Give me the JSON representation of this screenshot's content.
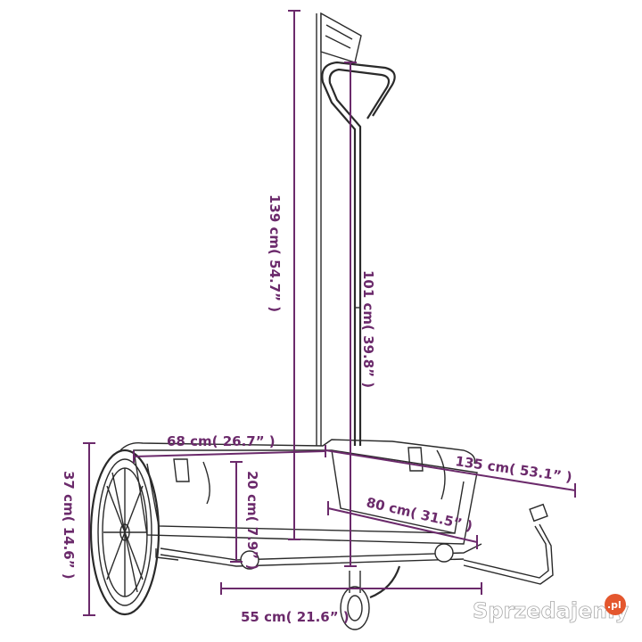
{
  "dimensions": {
    "total_height": "139 cm( 54.7” )",
    "handle_height": "101 cm( 39.8” )",
    "width": "68 cm( 26.7” )",
    "total_length": "135 cm( 53.1” )",
    "bed_length": "80 cm( 31.5” )",
    "side_height": "20 cm( 7.9” )",
    "wheel_height": "37 cm( 14.6” )",
    "bed_width": "55 cm( 21.6” )"
  },
  "watermark": {
    "text": "Sprzedajemy",
    "tld": ".pl"
  },
  "colors": {
    "dimension": "#6b2a6b",
    "drawing": "#2a2a2a"
  }
}
